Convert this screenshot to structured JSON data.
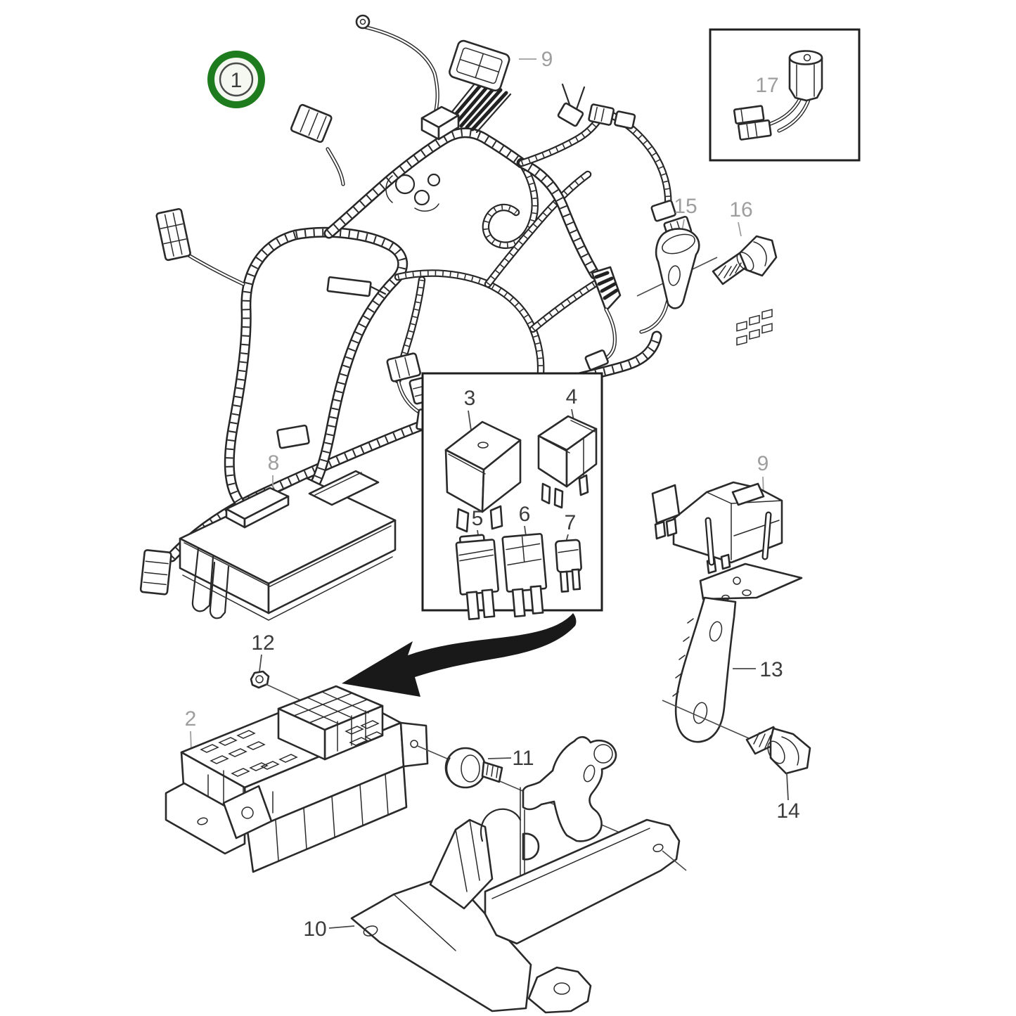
{
  "colors": {
    "background": "#ffffff",
    "line": "#2a2a2a",
    "label_gray": "#9e9e9e",
    "label_dark": "#3c3c3c",
    "badge_ring_green": "#1e7b1e",
    "badge_fill": "#f4f8f0",
    "arrow_black": "#191919"
  },
  "badge": {
    "label": "1"
  },
  "callouts": [
    {
      "id": "harness-badge",
      "label": "1",
      "color": "dark"
    },
    {
      "id": "connector-top",
      "label": "9",
      "color": "gray"
    },
    {
      "id": "boxed-sensor",
      "label": "17",
      "color": "gray"
    },
    {
      "id": "clip",
      "label": "15",
      "color": "gray"
    },
    {
      "id": "screw-small",
      "label": "16",
      "color": "gray"
    },
    {
      "id": "relay-large",
      "label": "3",
      "color": "dark"
    },
    {
      "id": "relay-small",
      "label": "4",
      "color": "dark"
    },
    {
      "id": "fuse-maxi",
      "label": "5",
      "color": "dark"
    },
    {
      "id": "fuse-standard",
      "label": "6",
      "color": "dark"
    },
    {
      "id": "fuse-mini",
      "label": "7",
      "color": "dark"
    },
    {
      "id": "fuse-box-cover",
      "label": "8",
      "color": "gray"
    },
    {
      "id": "connector-right",
      "label": "9",
      "color": "gray"
    },
    {
      "id": "nut",
      "label": "12",
      "color": "dark"
    },
    {
      "id": "fuse-box",
      "label": "2",
      "color": "gray"
    },
    {
      "id": "grommet",
      "label": "11",
      "color": "dark"
    },
    {
      "id": "bracket-arm",
      "label": "13",
      "color": "dark"
    },
    {
      "id": "flange-screw",
      "label": "14",
      "color": "dark"
    },
    {
      "id": "mounting-bracket",
      "label": "10",
      "color": "dark"
    }
  ]
}
